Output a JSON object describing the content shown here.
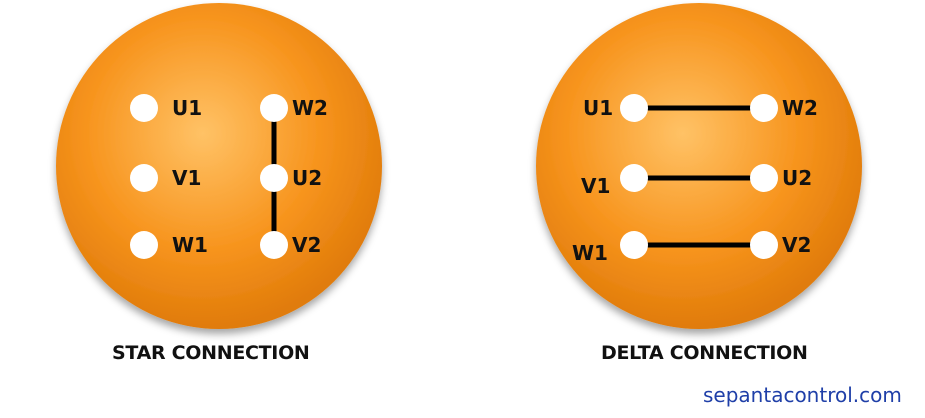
{
  "colors": {
    "plate_light": "#ffc266",
    "plate_mid": "#f7941d",
    "plate_dark": "#e07b0a",
    "terminal": "#ffffff",
    "link": "#000000",
    "watermark": "#1f3fa8"
  },
  "star": {
    "caption": "STAR CONNECTION",
    "terminals": {
      "u1": "U1",
      "v1": "V1",
      "w1": "W1",
      "w2": "W2",
      "u2": "U2",
      "v2": "V2"
    }
  },
  "delta": {
    "caption": "DELTA CONNECTION",
    "terminals": {
      "u1": "U1",
      "v1": "V1",
      "w1": "W1",
      "w2": "W2",
      "u2": "U2",
      "v2": "V2"
    }
  },
  "watermark": "sepantacontrol.com"
}
